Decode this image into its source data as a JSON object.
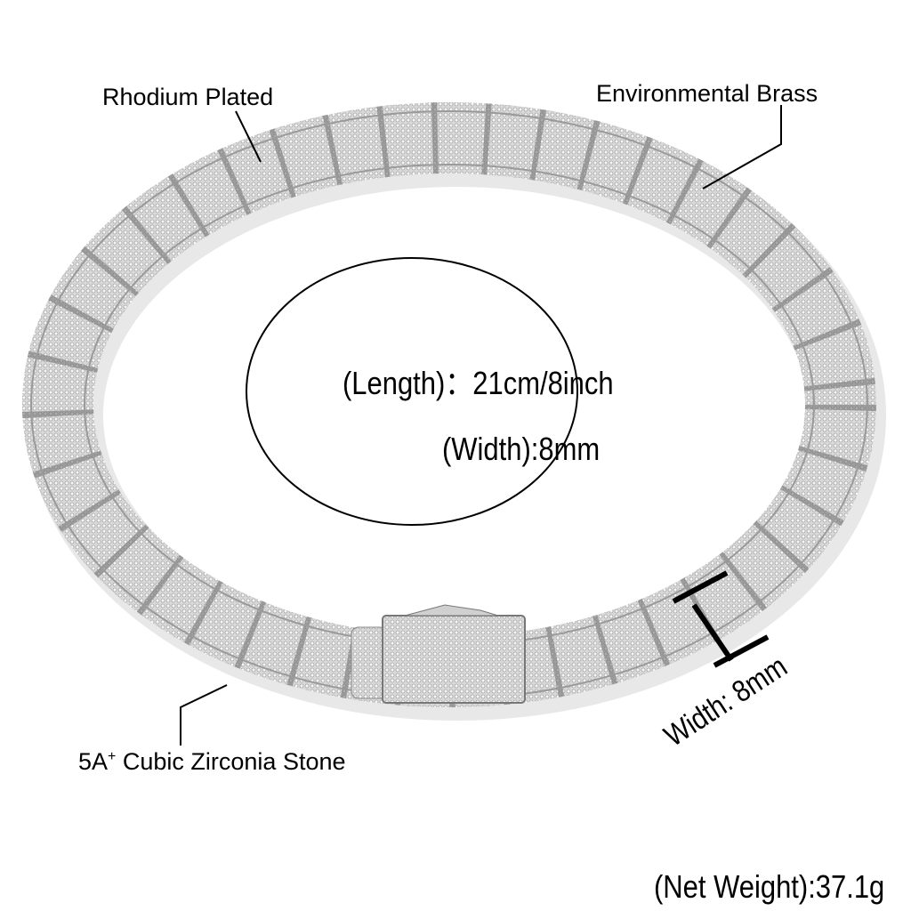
{
  "labels": {
    "top_left": "Rhodium Plated",
    "top_right": "Environmental Brass",
    "bottom_left_main": "5A",
    "bottom_left_sup": "+",
    "bottom_left_rest": " Cubic Zirconia Stone",
    "width_annotation": "Width: 8mm"
  },
  "specs": {
    "length": "(Length)：21cm/8inch",
    "width": "(Width):8mm",
    "net_weight": "(Net Weight):37.1g"
  },
  "colors": {
    "metal": "#c9c9c9",
    "metal_dark": "#8a8a8a",
    "ink": "#000000"
  }
}
